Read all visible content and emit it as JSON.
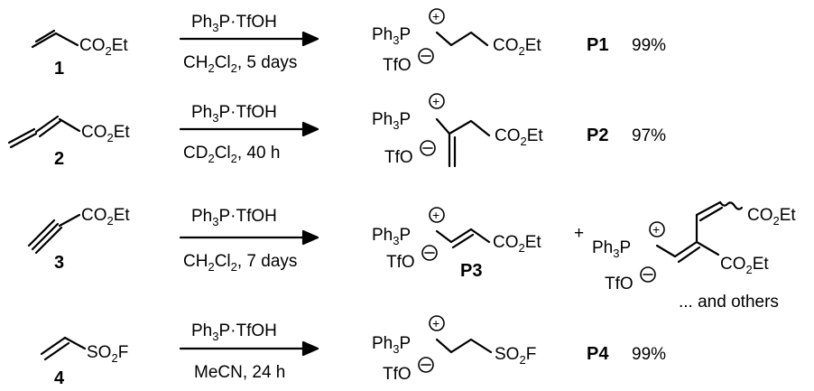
{
  "reactions": [
    {
      "substrate_label": "1",
      "substrate_group": "CO2Et",
      "reagent": "Ph3P·TfOH",
      "conditions": "CH2Cl2, 5 days",
      "product_label": "P1",
      "yield": "99%"
    },
    {
      "substrate_label": "2",
      "substrate_group": "CO2Et",
      "reagent": "Ph3P·TfOH",
      "conditions": "CD2Cl2, 40 h",
      "product_label": "P2",
      "yield": "97%"
    },
    {
      "substrate_label": "3",
      "substrate_group": "CO2Et",
      "reagent": "Ph3P·TfOH",
      "conditions": "CH2Cl2, 7 days",
      "product_label": "P3",
      "plus": "+",
      "side_products_note": "... and others"
    },
    {
      "substrate_label": "4",
      "substrate_group": "SO2F",
      "reagent": "Ph3P·TfOH",
      "conditions": "MeCN, 24 h",
      "product_label": "P4",
      "yield": "99%"
    }
  ]
}
